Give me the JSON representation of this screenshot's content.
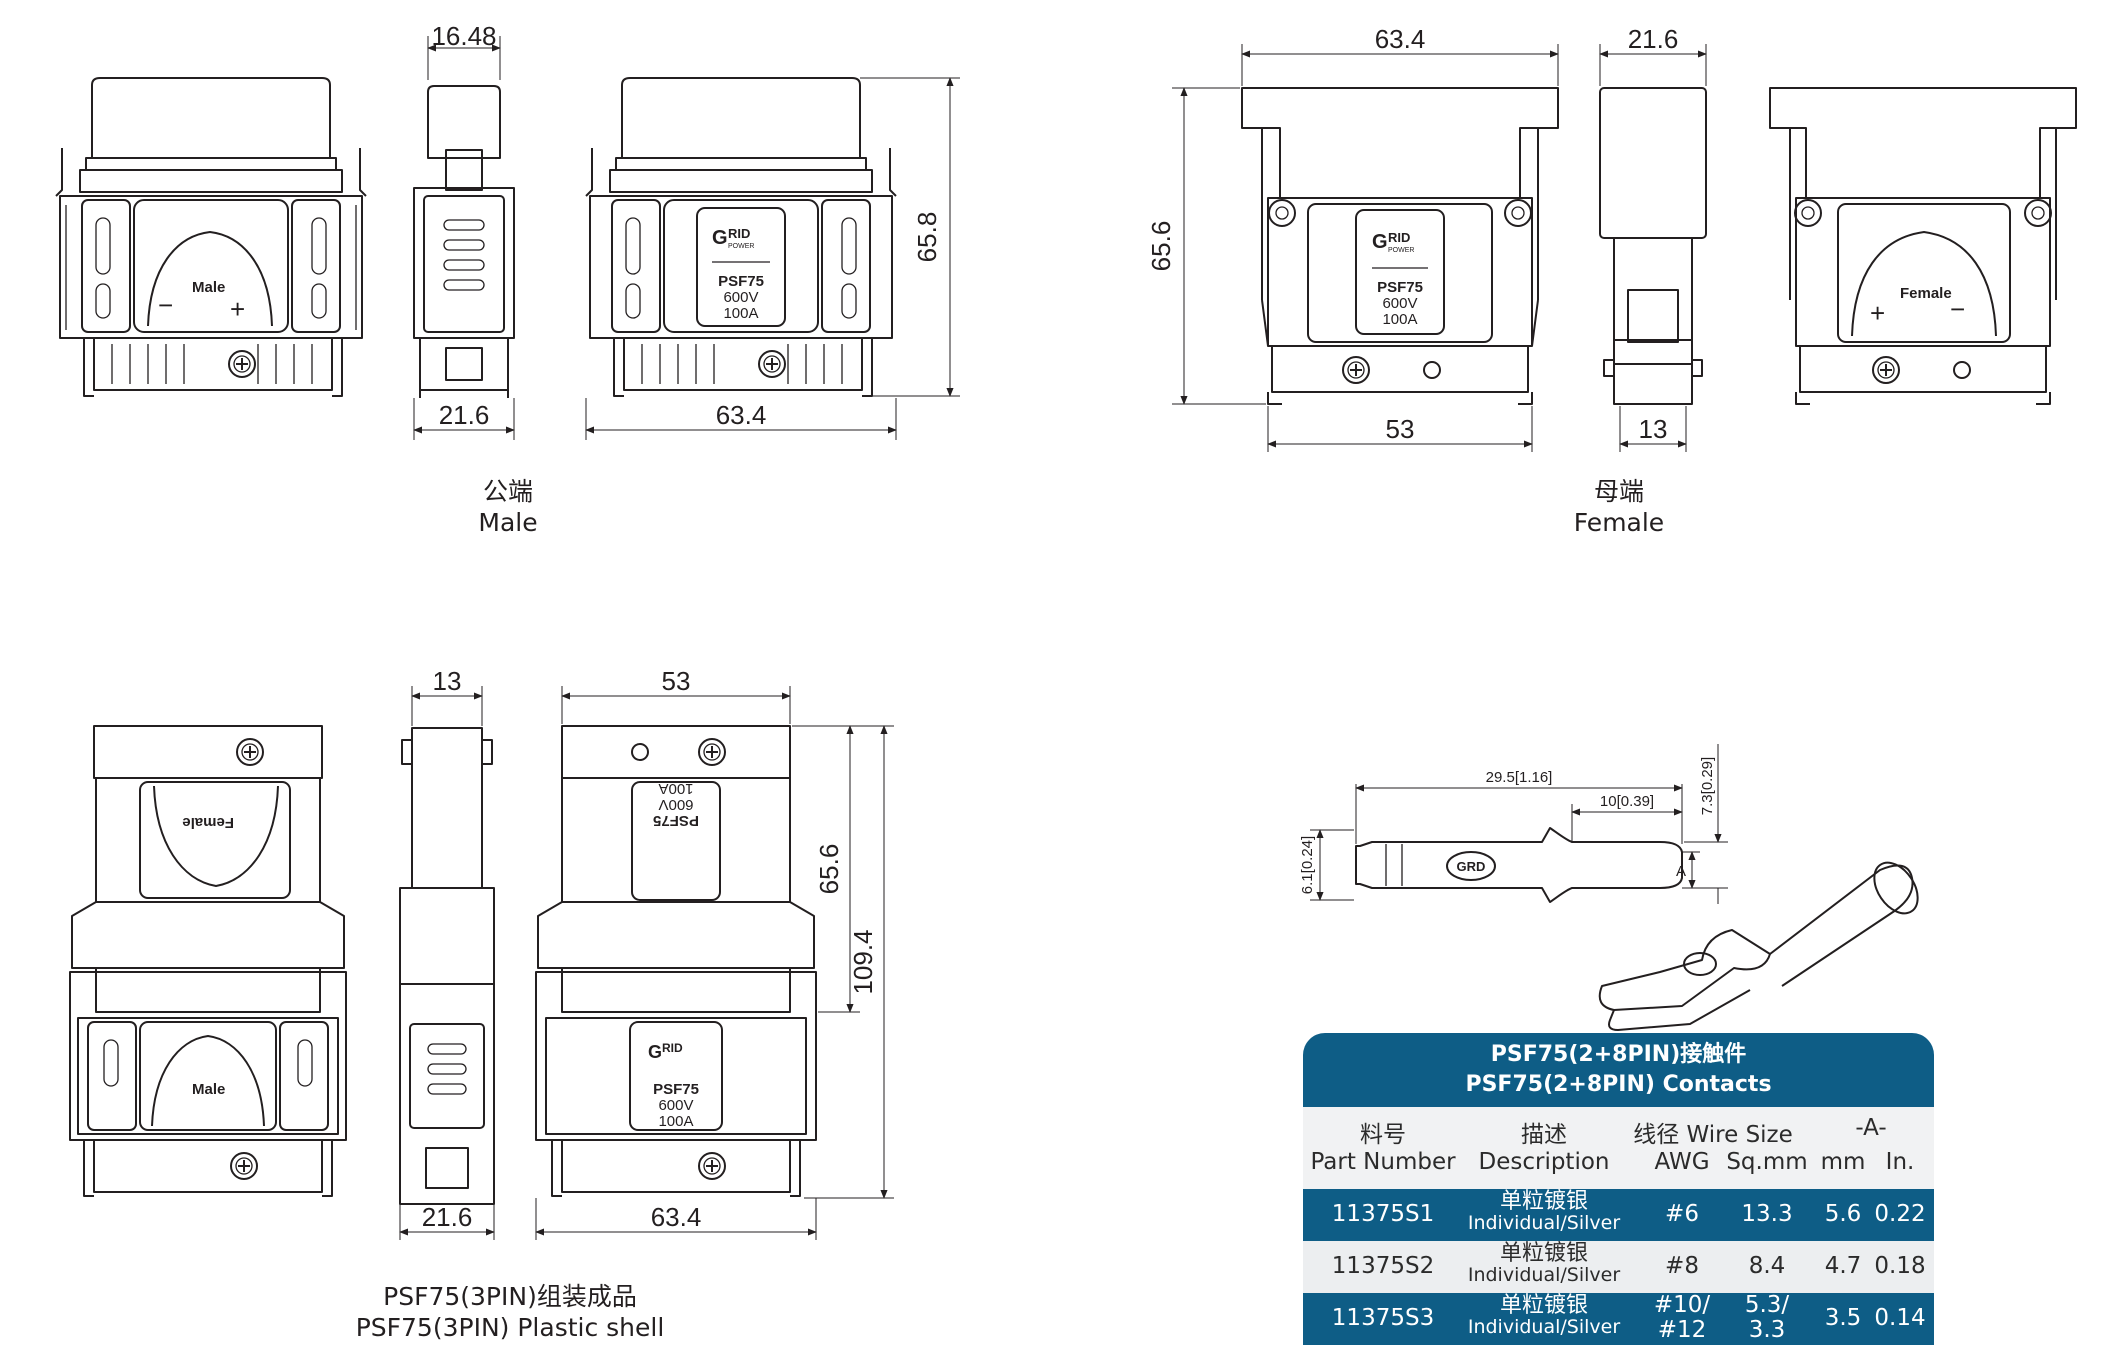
{
  "views": {
    "male": {
      "caption_cn": "公端",
      "caption_en": "Male",
      "dims": {
        "side_width": "16.48",
        "depth": "21.6",
        "width": "63.4",
        "height": "65.8"
      },
      "front_label": "Male",
      "minus": "−",
      "plus": "+",
      "badge": {
        "brand_g": "G",
        "brand_rid": "RID",
        "brand_power": "POWER",
        "model": "PSF75",
        "voltage": "600V",
        "current": "100A"
      }
    },
    "female": {
      "caption_cn": "母端",
      "caption_en": "Female",
      "dims": {
        "width": "63.4",
        "side_width": "21.6",
        "height": "65.6",
        "bottom_width": "53",
        "bottom_depth": "13"
      },
      "front_label": "Female",
      "minus": "−",
      "plus": "+",
      "badge": {
        "brand_g": "G",
        "brand_rid": "RID",
        "brand_power": "POWER",
        "model": "PSF75",
        "voltage": "600V",
        "current": "100A"
      }
    },
    "assembly": {
      "caption_cn": "PSF75(3PIN)组装成品",
      "caption_en": "PSF75(3PIN) Plastic shell",
      "dims": {
        "top_depth": "13",
        "top_width": "53",
        "female_height": "65.6",
        "total_height": "109.4",
        "depth": "21.6",
        "width": "63.4"
      },
      "female_label": "Female",
      "male_label": "Male"
    }
  },
  "contact": {
    "dims": {
      "length": "29.5[1.16]",
      "tip": "10[0.39]",
      "height": "7.3[0.29]",
      "barrel": "6.1[0.24]",
      "a_label": "A"
    },
    "logo": "GRD"
  },
  "table": {
    "title_cn": "PSF75(2+8PIN)接触件",
    "title_en": "PSF75(2+8PIN) Contacts",
    "headers": {
      "part_cn": "料号",
      "part_en": "Part Number",
      "desc_cn": "描述",
      "desc_en": "Description",
      "wire": "线径 Wire Size",
      "awg": "AWG",
      "sqmm": "Sq.mm",
      "a": "-A-",
      "mm": "mm",
      "in": "In."
    },
    "rows": [
      {
        "part": "11375S1",
        "desc_cn": "单粒镀银",
        "desc_en": "Individual/Silver",
        "awg": "#6",
        "sqmm": "13.3",
        "mm": "5.6",
        "in": "0.22"
      },
      {
        "part": "11375S2",
        "desc_cn": "单粒镀银",
        "desc_en": "Individual/Silver",
        "awg": "#8",
        "sqmm": "8.4",
        "mm": "4.7",
        "in": "0.18"
      },
      {
        "part": "11375S3",
        "desc_cn": "单粒镀银",
        "desc_en": "Individual/Silver",
        "awg_1": "#10/",
        "awg_2": "#12",
        "sqmm_1": "5.3/",
        "sqmm_2": "3.3",
        "mm": "3.5",
        "in": "0.14"
      }
    ],
    "colors": {
      "header": "#0e5d86",
      "row_alt": "#eceef0"
    }
  }
}
